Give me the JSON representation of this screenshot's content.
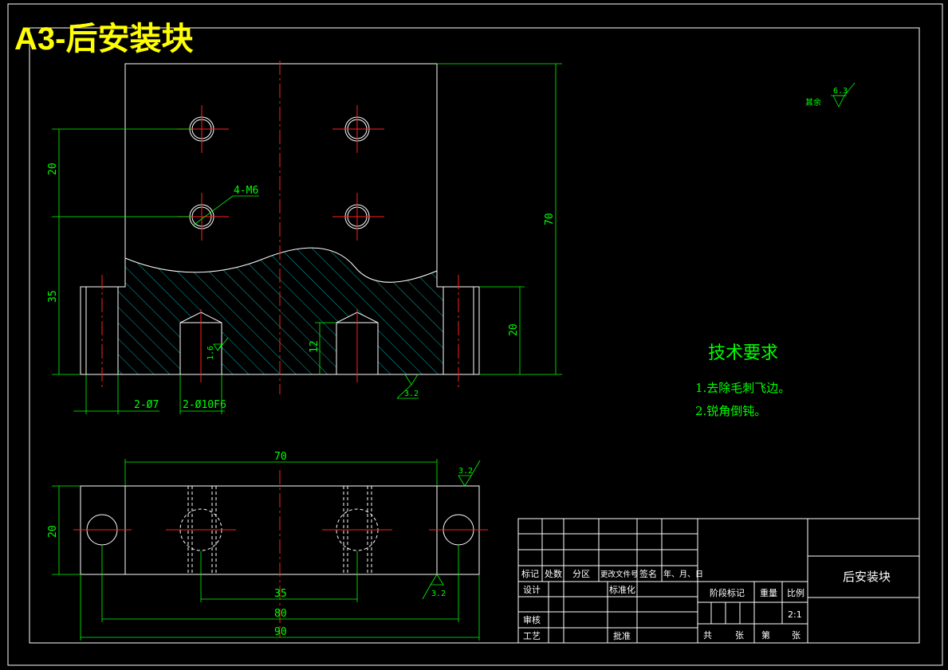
{
  "title": "A3-后安装块",
  "front_view": {
    "dim_height_total": "70",
    "dim_upper": "20",
    "dim_lower": "35",
    "dim_right_base": "20",
    "dim_slot_depth": "12",
    "thread_label": "4-M6",
    "side_hole_label": "2-Ø7",
    "pin_hole_label": "2-Ø10F6",
    "roughness_pin": "1.6",
    "roughness_bottom": "3.2"
  },
  "top_view": {
    "dim_top_width": "70",
    "dim_height": "20",
    "dim_35": "35",
    "dim_80": "80",
    "dim_90": "90",
    "roughness_right": "3.2",
    "roughness_bottom": "3.2"
  },
  "surface_note": {
    "label": "其余",
    "value": "6.3"
  },
  "tech_requirements": {
    "heading": "技术要求",
    "items": [
      "1.去除毛刺飞边。",
      "2.锐角倒钝。"
    ]
  },
  "title_block": {
    "headers": [
      "标记",
      "处数",
      "分区",
      "更改文件号",
      "签名",
      "年、月、日"
    ],
    "design": "设计",
    "standard": "标准化",
    "review": "审核",
    "process": "工艺",
    "approve": "批准",
    "stage_mark": "阶段标记",
    "weight": "重量",
    "scale_label": "比例",
    "scale_value": "2:1",
    "total": "共",
    "sheets": "张",
    "page_no": "第",
    "sheet": "张",
    "part_name": "后安装块"
  }
}
